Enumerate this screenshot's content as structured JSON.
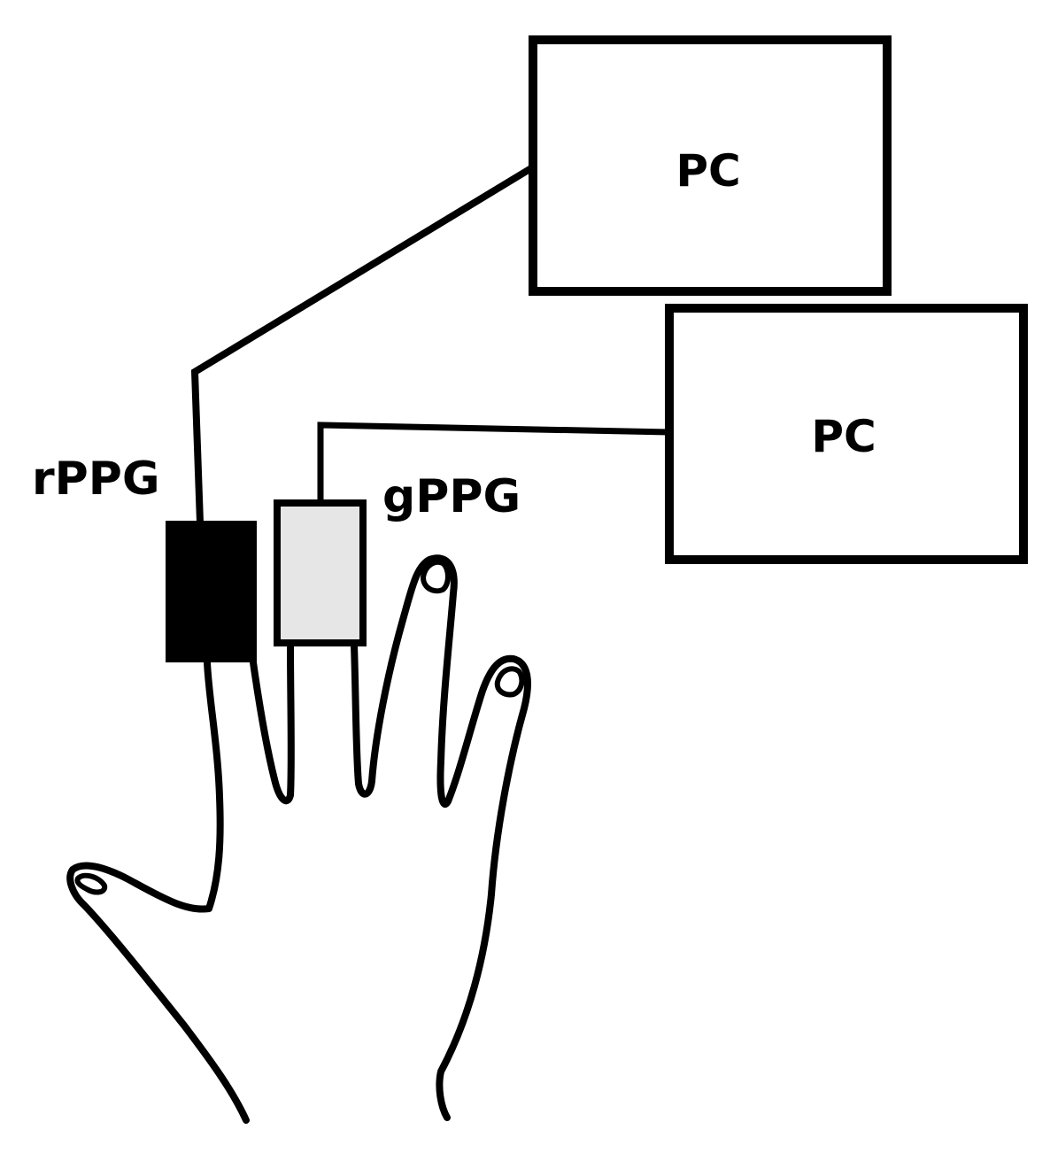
{
  "diagram": {
    "pc_top": {
      "label": "PC"
    },
    "pc_bottom": {
      "label": "PC"
    },
    "sensors": {
      "rppg": {
        "label": "rPPG",
        "fill": "#000000"
      },
      "gppg": {
        "label": "gPPG",
        "fill": "#e6e6e6"
      }
    },
    "colors": {
      "stroke": "#000000",
      "background": "#ffffff"
    }
  }
}
